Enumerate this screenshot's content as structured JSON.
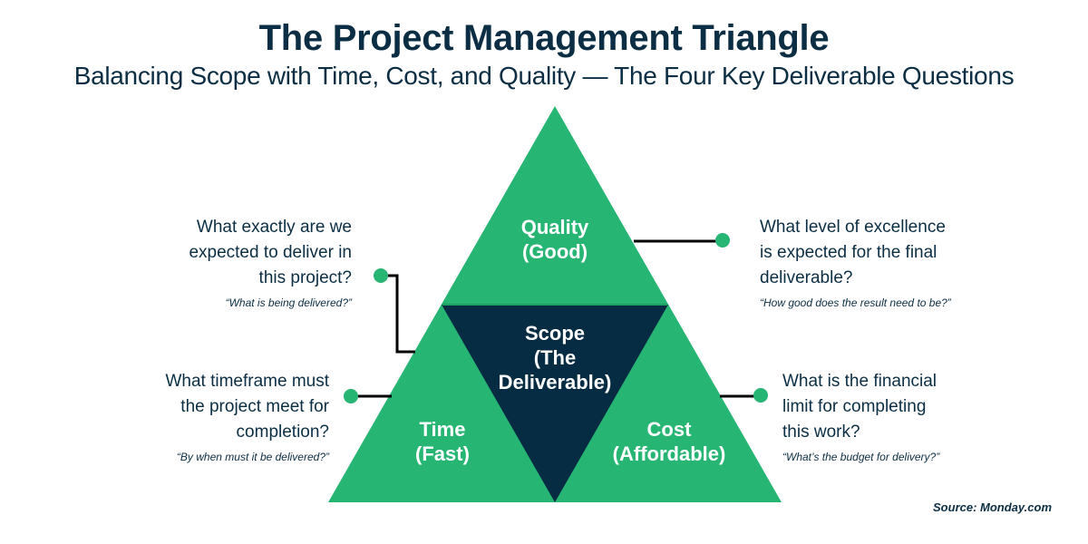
{
  "header": {
    "title": "The Project Management Triangle",
    "subtitle": "Balancing Scope with Time, Cost, and Quality — The Four Key Deliverable Questions"
  },
  "triangle": {
    "colors": {
      "green": "#27b574",
      "navy": "#062c43",
      "edge": "#1f9e63",
      "connector": "#000000"
    },
    "sections": {
      "quality": {
        "line1": "Quality",
        "line2": "(Good)"
      },
      "scope": {
        "line1": "Scope",
        "line2": "(The",
        "line3": "Deliverable)"
      },
      "time": {
        "line1": "Time",
        "line2": "(Fast)"
      },
      "cost": {
        "line1": "Cost",
        "line2": "(Affordable)"
      }
    }
  },
  "questions": {
    "scope": {
      "lines": [
        "What exactly are we",
        "expected to deliver in",
        "this project?"
      ],
      "hint": "“What is being delivered?”"
    },
    "time": {
      "lines": [
        "What timeframe must",
        "the project meet for",
        "completion?"
      ],
      "hint": "“By when must it be delivered?”"
    },
    "quality": {
      "lines": [
        "What level of excellence",
        "is expected for the final",
        "deliverable?"
      ],
      "hint": "“How good does the result need to be?”"
    },
    "cost": {
      "lines": [
        "What is the financial",
        "limit for completing",
        "this work?"
      ],
      "hint": "“What’s the budget for delivery?”"
    }
  },
  "footer": {
    "source": "Source: Monday.com"
  }
}
